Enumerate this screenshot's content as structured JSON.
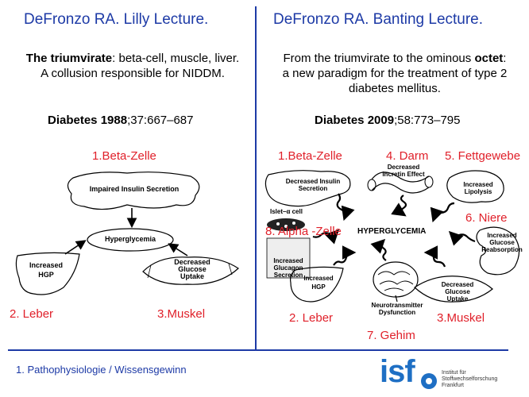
{
  "left": {
    "title": "DeFronzo RA. Lilly Lecture.",
    "subtitle_bold": "The triumvirate",
    "subtitle_rest": ": beta-cell, muscle, liver.",
    "subtitle_line2": "A collusion responsible for NIDDM.",
    "cite_bold": "Diabetes 1988",
    "cite_rest": ";37:667–687",
    "labels": {
      "beta": "1.Beta-Zelle",
      "liver": "2. Leber",
      "muscle": "3.Muskel"
    },
    "boxes": {
      "insulin": "Impaired Insulin Secretion",
      "hyper": "Hyperglycemia",
      "hgp_1": "Increased",
      "hgp_2": "HGP",
      "glu_1": "Decreased",
      "glu_2": "Glucose",
      "glu_3": "Uptake"
    }
  },
  "right": {
    "title": "DeFronzo RA. Banting Lecture.",
    "sub_line1_pre": "From the triumvirate to the ominous ",
    "sub_line1_bold": "octet",
    "sub_line1_post": ":",
    "sub_line2": "a new paradigm for the treatment of type 2",
    "sub_line3": "diabetes mellitus.",
    "cite_bold": "Diabetes 2009",
    "cite_rest": ";58:773–795",
    "labels": {
      "beta": "1.Beta-Zelle",
      "gut": "4. Darm",
      "fat": "5. Fettgewebe",
      "kidney": "6. Niere",
      "alpha": "8. Alpha -Zelle",
      "liver": "2. Leber",
      "muscle": "3.Muskel",
      "brain": "7. Gehim"
    },
    "center": "HYPERGLYCEMIA",
    "boxes": {
      "insulin_1": "Decreased Insulin",
      "insulin_2": "Secretion",
      "incretin_1": "Decreased",
      "incretin_2": "Incretin Effect",
      "lipo_1": "Increased",
      "lipo_2": "Lipolysis",
      "islet": "Islet–α cell",
      "reab_1": "Increased",
      "reab_2": "Glucose",
      "reab_3": "Reabsorption",
      "glucagon_1": "Increased",
      "glucagon_2": "Glucagon",
      "glucagon_3": "Secretion",
      "hgp_1": "Increased",
      "hgp_2": "HGP",
      "neuro_1": "Neurotransmitter",
      "neuro_2": "Dysfunction",
      "uptake_1": "Decreased",
      "uptake_2": "Glucose",
      "uptake_3": "Uptake"
    }
  },
  "footer": {
    "text": "1. Pathophysiologie / Wissensgewinn",
    "logo_word": "isf",
    "logo_line1": "Institut für",
    "logo_line2": "Stoffwechselforschung",
    "logo_line3": "Frankfurt"
  },
  "colors": {
    "blue": "#1d3aa6",
    "red": "#e0202a",
    "logo": "#1e6fc4"
  }
}
